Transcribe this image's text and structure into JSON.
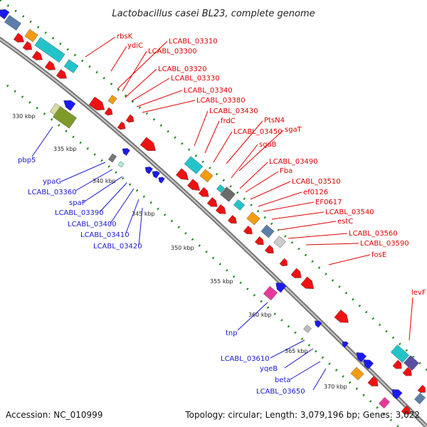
{
  "title": "Lactobacillus casei BL23, complete genome",
  "footer": {
    "accession": "Accession: NC_010999",
    "topology": "Topology: circular; Length: 3,079,196 bp; Genes: 3,022"
  },
  "colors": {
    "forward_label": "#e00000",
    "reverse_label": "#1a1ad0",
    "backbone": "#999999",
    "tick_dots": "#1a8a1a"
  },
  "ticks": [
    "330 kbp",
    "335 kbp",
    "340 kbp",
    "345 kbp",
    "350 kbp",
    "355 kbp",
    "360 kbp",
    "365 kbp",
    "370 kbp"
  ],
  "forward_labels": [
    "rbsK",
    "ydiC",
    "LCABL_03310",
    "LCABL_03300",
    "LCABL_03320",
    "LCABL_03330",
    "LCABL_03340",
    "LCABL_03380",
    "LCABL_03430",
    "frdC",
    "PtsN4",
    "LCABL_03450",
    "sgaT",
    "sgaB",
    "LCABL_03490",
    "Fba",
    "LCABL_03510",
    "ef0126",
    "EF0617",
    "LCABL_03540",
    "estC",
    "LCABL_03560",
    "LCABL_03590",
    "fosE",
    "levF"
  ],
  "reverse_labels": [
    "pbp5",
    "ypaG",
    "LCABL_03360",
    "spaF",
    "LCABL_03390",
    "LCABL_03400",
    "LCABL_03410",
    "LCABL_03420",
    "tnp",
    "LCABL_03610",
    "yqeB",
    "beta",
    "LCABL_03650"
  ]
}
